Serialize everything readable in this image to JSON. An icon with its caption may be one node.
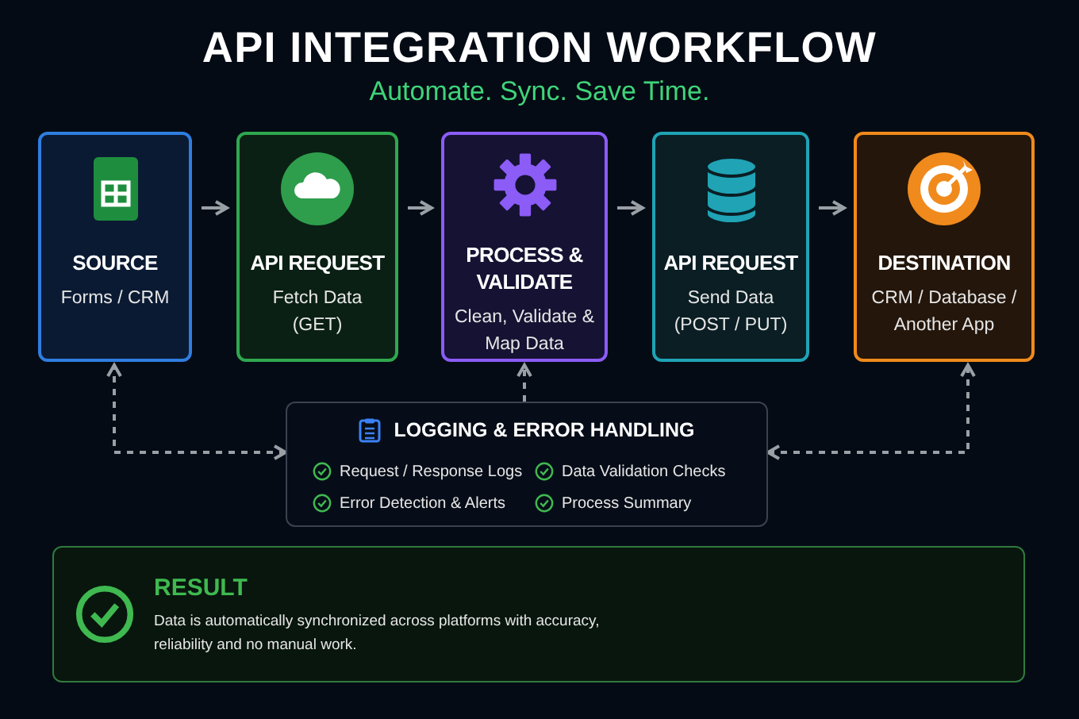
{
  "diagram": {
    "title": "API INTEGRATION WORKFLOW",
    "nodes": [
      {
        "text": [
          "SOURCE",
          "Forms / CRM"
        ]
      },
      {
        "text": [
          "API REQUEST",
          "Fetch Data (GET)"
        ]
      },
      {
        "text": [
          "PROCESS & VALIDATE",
          "Clean, Validate & Map Data"
        ]
      },
      {
        "text": [
          "API REQUEST",
          "Send Data (POST / PUT)"
        ]
      },
      {
        "text": [
          "DESTINATION",
          "CRM / Database / Another App"
        ]
      },
      {
        "text": [
          "LOGGING & ERROR HANDLING",
          "Request / Response Logs",
          "Data Validation Checks",
          "Error Detection & Alerts",
          "Process Summary"
        ]
      },
      {
        "text": [
          "RESULT",
          "Data is automatically synchronized across platforms with accuracy, reliability and no manual work."
        ]
      }
    ],
    "edges": [
      {
        "from": 0,
        "to": 1,
        "arrow": "to"
      },
      {
        "from": 1,
        "to": 2,
        "arrow": "to"
      },
      {
        "from": 2,
        "to": 3,
        "arrow": "to"
      },
      {
        "from": 3,
        "to": 4,
        "arrow": "to"
      },
      {
        "from": 5,
        "to": 0,
        "arrow": "both",
        "style": "dashed"
      },
      {
        "from": 5,
        "to": 2,
        "arrow": "to",
        "style": "dashed"
      },
      {
        "from": 5,
        "to": 4,
        "arrow": "both",
        "style": "dashed"
      }
    ],
    "labels": [
      "Automate. Sync. Save Time."
    ]
  }
}
